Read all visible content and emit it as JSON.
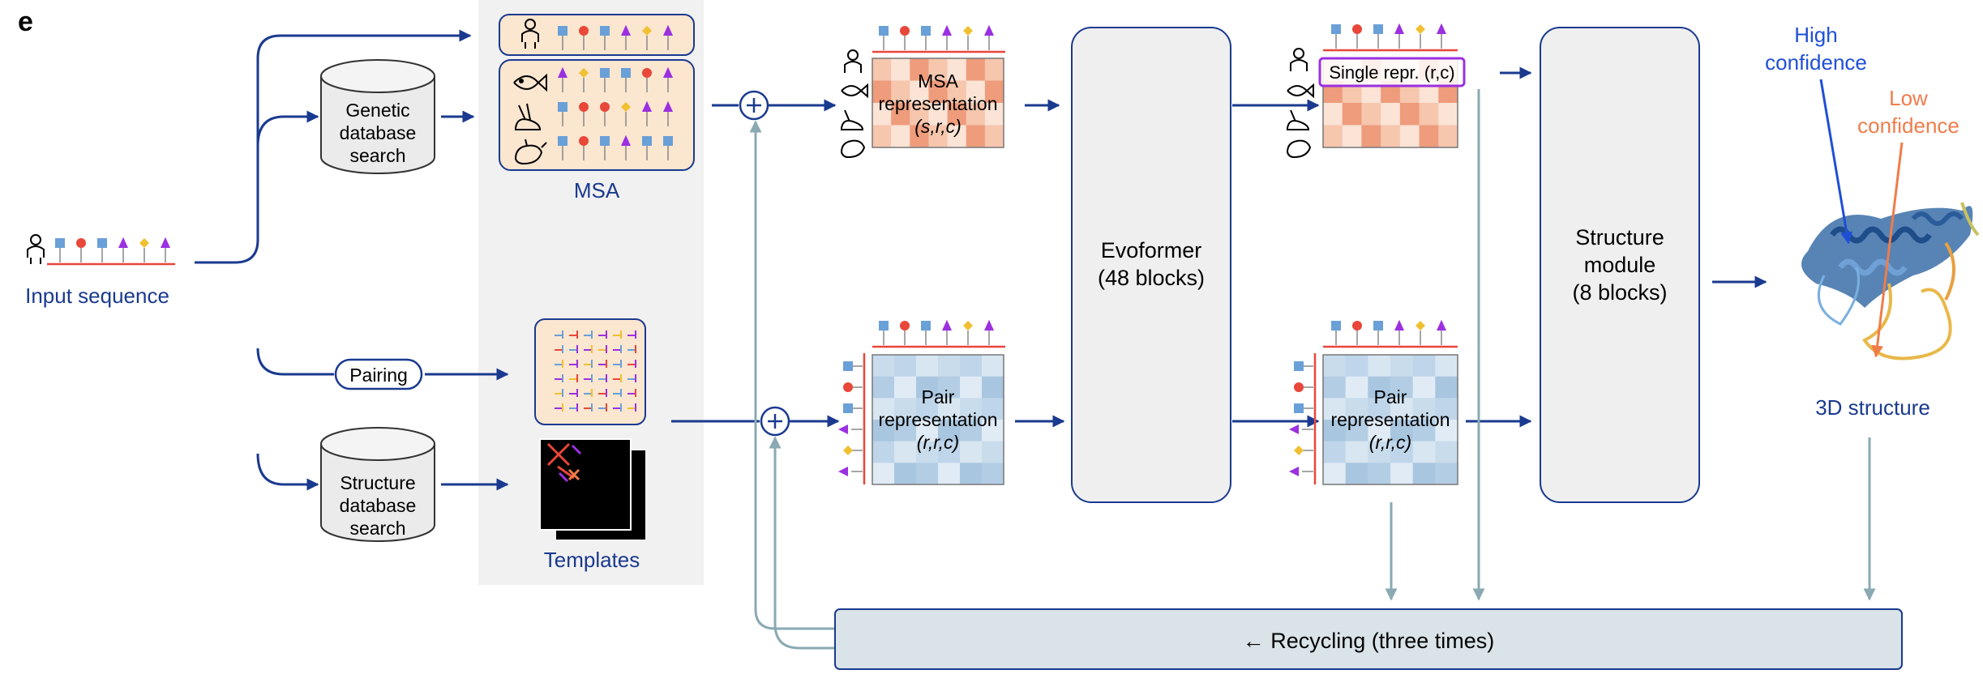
{
  "panel_label": "e",
  "input": {
    "label": "Input sequence"
  },
  "genetic_db": {
    "line1": "Genetic",
    "line2": "database",
    "line3": "search"
  },
  "structure_db": {
    "line1": "Structure",
    "line2": "database",
    "line3": "search"
  },
  "pairing": {
    "label": "Pairing"
  },
  "msa": {
    "label": "MSA"
  },
  "templates": {
    "label": "Templates"
  },
  "msa_repr": {
    "line1": "MSA",
    "line2": "representation",
    "line3": "(s,r,c)"
  },
  "pair_repr": {
    "line1": "Pair",
    "line2": "representation",
    "line3": "(r,r,c)"
  },
  "single_repr": {
    "label": "Single repr. (r,c)"
  },
  "evoformer": {
    "line1": "Evoformer",
    "line2": "(48 blocks)"
  },
  "structure_module": {
    "line1": "Structure",
    "line2": "module",
    "line3": "(8 blocks)"
  },
  "structure_3d": {
    "label": "3D structure",
    "high_line1": "High",
    "high_line2": "confidence",
    "low_line1": "Low",
    "low_line2": "confidence"
  },
  "recycling": {
    "label": "← Recycling (three times)"
  },
  "colors": {
    "arrow": "#1a3a8f",
    "recycle_arrow": "#8aa9b3",
    "box_fill": "#efefef",
    "box_stroke": "#1a3a8f",
    "panel_gray": "#f1f1f1",
    "msa_fill": "#fbe6cf",
    "recycle_fill": "#d9e3e8",
    "high_conf": "#1f4fd6",
    "low_conf": "#f07c4a",
    "seq_blue": "#6aa0d8",
    "seq_red": "#e8473a",
    "seq_purple": "#9b30e0",
    "seq_yellow": "#f0c030"
  }
}
